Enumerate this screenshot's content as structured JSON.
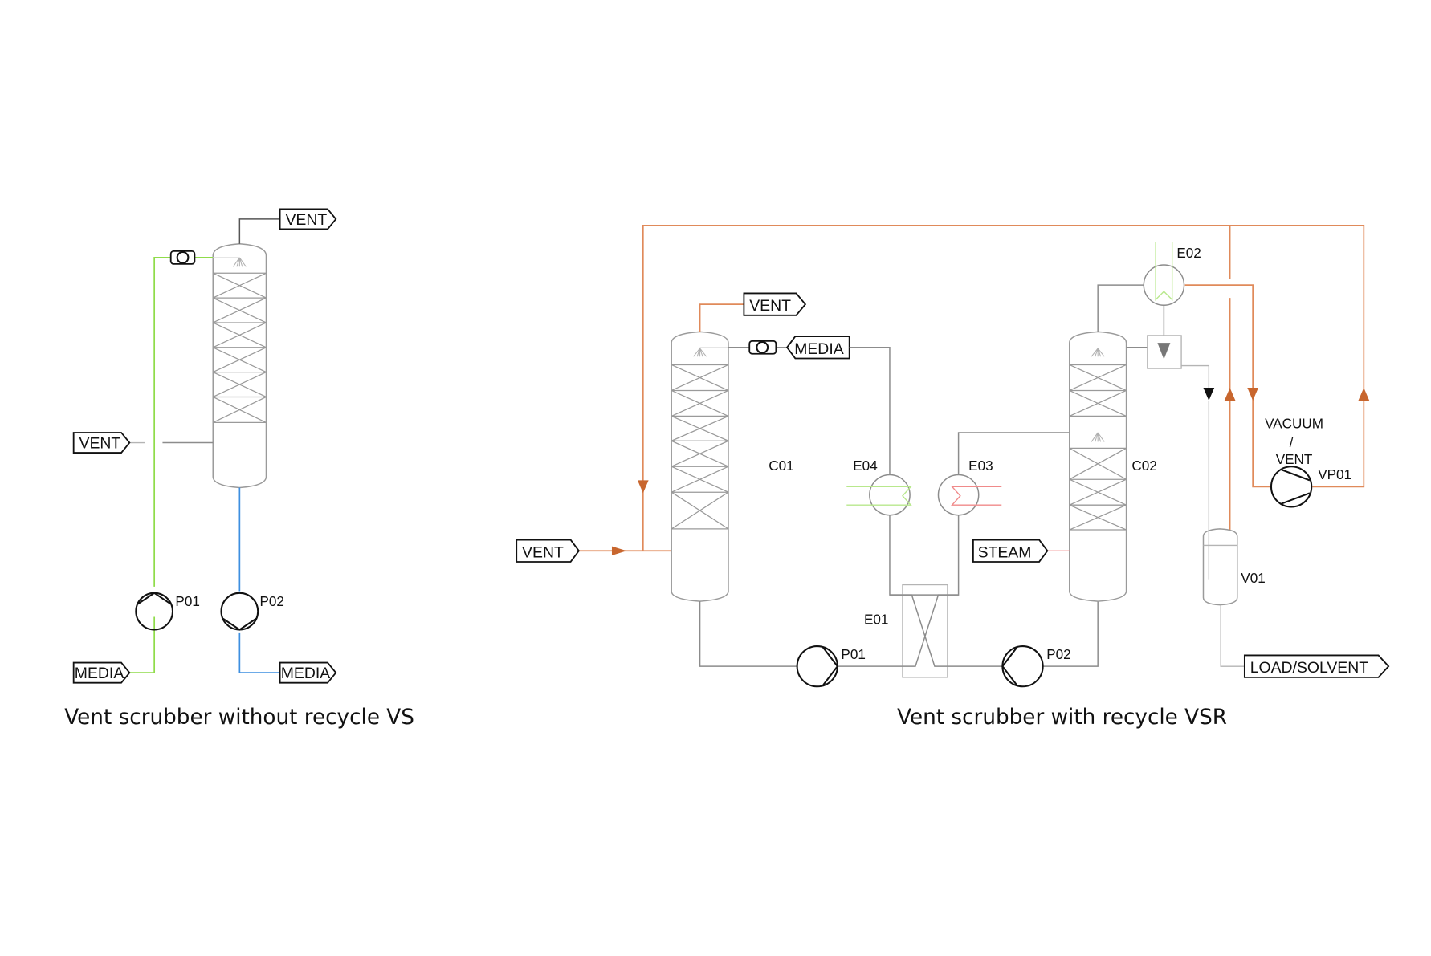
{
  "diagrams": {
    "vs": {
      "caption": "Vent scrubber without recycle VS",
      "tags": {
        "vent_out": "VENT",
        "vent_in": "VENT",
        "media_in": "MEDIA",
        "media_out": "MEDIA"
      },
      "equipment": {
        "pump1": "P01",
        "pump2": "P02"
      }
    },
    "vsr": {
      "caption": "Vent scrubber with recycle VSR",
      "tags": {
        "vent_out": "VENT",
        "media": "MEDIA",
        "vent_in": "VENT",
        "steam": "STEAM",
        "load_solvent": "LOAD/SOLVENT",
        "vacuum_line1": "VACUUM",
        "vacuum_line2": "/",
        "vacuum_line3": "VENT"
      },
      "equipment": {
        "column1": "C01",
        "column2": "C02",
        "exchanger1": "E01",
        "exchanger2": "E02",
        "exchanger3": "E03",
        "exchanger4": "E04",
        "pump1": "P01",
        "pump2": "P02",
        "vessel": "V01",
        "vacuum_pump": "VP01"
      }
    }
  },
  "colors": {
    "process_line": "#8c8c8c",
    "recycle_vapor": "#e08a5a",
    "arrow": "#c8662e",
    "media_supply": "#8fdc4a",
    "media_return": "#3d8fe0",
    "steam": "#f08a8a"
  }
}
